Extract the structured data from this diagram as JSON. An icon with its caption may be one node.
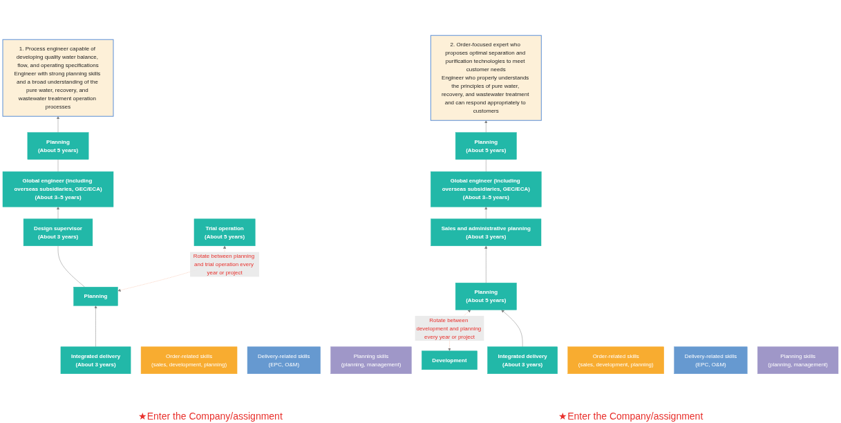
{
  "diagram": {
    "nodes": [
      {
        "text": [
          "1. Process engineer capable of developing quality water balance, flow, and operating specifications",
          "Engineer with strong planning skills and a broad understanding of the pure water, recovery, and wastewater treatment operation processes"
        ]
      },
      {
        "text": [
          "Planning",
          "(About 5 years)"
        ]
      },
      {
        "text": [
          "Global engineer (including overseas subsidiaries, GEC/ECA)",
          "(About 3–5 years)"
        ]
      },
      {
        "text": [
          "Design supervisor",
          "(About 3 years)"
        ]
      },
      {
        "text": [
          "Planning"
        ]
      },
      {
        "text": [
          "Trial operation",
          "(About 5 years)"
        ]
      },
      {
        "text": [
          "Integrated delivery",
          "(About 3 years)"
        ]
      },
      {
        "text": [
          "Order-related skills",
          "(sales, development, planning)"
        ]
      },
      {
        "text": [
          "Delivery-related skills",
          "(EPC, O&M)"
        ]
      },
      {
        "text": [
          "Planning skills",
          "(planning, management)"
        ]
      },
      {
        "text": [
          "2. Order-focused expert who proposes optimal separation and purification technologies to meet customer needs",
          "Engineer who properly understands the principles of pure water, recovery, and wastewater treatment and can respond appropriately to customers"
        ]
      },
      {
        "text": [
          "Planning",
          "(About 5 years)"
        ]
      },
      {
        "text": [
          "Global engineer (including overseas subsidiaries, GEC/ECA)",
          "(About 3–5 years)"
        ]
      },
      {
        "text": [
          "Sales and administrative planning",
          "(About 3 years)"
        ]
      },
      {
        "text": [
          "Development"
        ]
      },
      {
        "text": [
          "Planning",
          "(About 5 years)"
        ]
      },
      {
        "text": [
          "Integrated delivery",
          "(About 3 years)"
        ]
      },
      {
        "text": [
          "Order-related skills",
          "(sales, development, planning)"
        ]
      },
      {
        "text": [
          "Delivery-related skills",
          "(EPC, O&M)"
        ]
      },
      {
        "text": [
          "Planning skills",
          "(planning, management)"
        ]
      }
    ],
    "edges": [
      {
        "from": 1,
        "to": 0,
        "arrow": "to"
      },
      {
        "from": 2,
        "to": 1,
        "arrow": "none"
      },
      {
        "from": 3,
        "to": 2,
        "arrow": "to"
      },
      {
        "from": 4,
        "to": 3,
        "arrow": "none"
      },
      {
        "from": 4,
        "to": 5,
        "arrow": "both",
        "style": "dashed",
        "color": "#f4a582",
        "label": "Rotate between planning and trial operation every year or project"
      },
      {
        "from": 6,
        "to": 4,
        "arrow": "to"
      },
      {
        "from": 11,
        "to": 10,
        "arrow": "to"
      },
      {
        "from": 12,
        "to": 11,
        "arrow": "none"
      },
      {
        "from": 13,
        "to": 12,
        "arrow": "to"
      },
      {
        "from": 15,
        "to": 13,
        "arrow": "to"
      },
      {
        "from": 14,
        "to": 15,
        "arrow": "both",
        "style": "dashed",
        "color": "#f4a582",
        "label": "Rotate between development and planning every year or project"
      },
      {
        "from": 16,
        "to": 15,
        "arrow": "to"
      }
    ],
    "labels": [
      "★Enter the Company/assignment",
      "★Enter the Company/assignment"
    ]
  }
}
